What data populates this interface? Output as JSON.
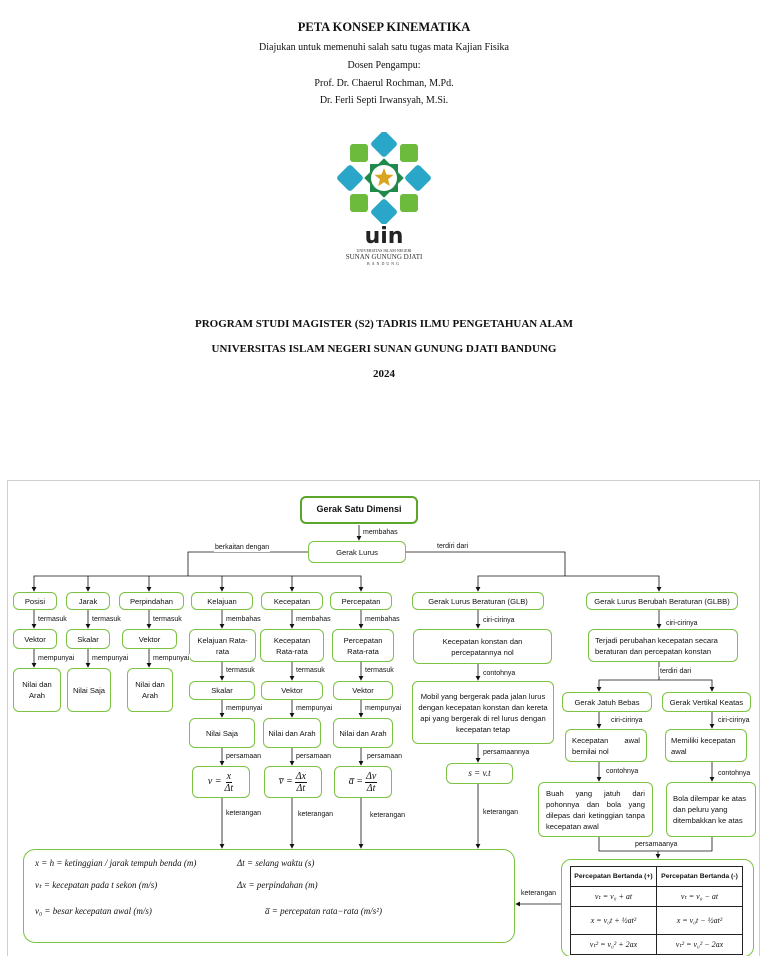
{
  "cover": {
    "title": "PETA KONSEP KINEMATIKA",
    "subtitle": "Diajukan untuk memenuhi salah satu tugas mata Kajian Fisika",
    "lecturer_label": "Dosen Pengampu:",
    "lecturer_1": "Prof. Dr. Chaerul Rochman, M.Pd.",
    "lecturer_2": "Dr. Ferli Septi Irwansyah, M.Si.",
    "logo": {
      "wordmark": "uin",
      "line1": "UNIVERSITAS ISLAM NEGERI",
      "line2": "SUNAN GUNUNG DJATI",
      "line3": "BANDUNG"
    },
    "program": "PROGRAM STUDI MAGISTER (S2) TADRIS ILMU PENGETAHUAN ALAM",
    "university": "UNIVERSITAS ISLAM NEGERI SUNAN GUNUNG DJATI BANDUNG",
    "year": "2024"
  },
  "concept_map": {
    "root": "Gerak Satu Dimensi",
    "gerak_lurus": "Gerak Lurus",
    "links": {
      "membahas": "membahas",
      "berkaitan_dengan": "berkaitan dengan",
      "terdiri_dari": "terdiri dari",
      "termasuk": "termasuk",
      "mempunyai": "mempunyai",
      "persamaan": "persamaan",
      "keterangan": "keterangan",
      "ciri_cirinya": "ciri-cirinya",
      "contohnya": "contohnya",
      "persamaannya": "persamaannya",
      "persamaanya": "persamaanya"
    },
    "quantities": {
      "posisi": "Posisi",
      "jarak": "Jarak",
      "perpindahan": "Perpindahan",
      "kelajuan": "Kelajuan",
      "kecepatan": "Kecepatan",
      "percepatan": "Percepatan",
      "vektor": "Vektor",
      "skalar": "Skalar",
      "nilai_dan_arah": "Nilai dan Arah",
      "nilai_saja": "Nilai Saja",
      "kelajuan_rata": "Kelajuan Rata-rata",
      "kecepatan_rata": "Kecepatan Rata-rata",
      "percepatan_rata": "Percepatan Rata-rata"
    },
    "formulas": {
      "v_sym": "v =",
      "dx": "x",
      "dt": "Δt",
      "vbar_sym": "v̅ =",
      "dx2": "Δx",
      "abar_sym": "a̅ =",
      "dv": "Δv",
      "glb": "s = v.t"
    },
    "glb": {
      "title": "Gerak Lurus Beraturan (GLB)",
      "ciri": "Kecepatan konstan dan percepatannya nol",
      "contoh": "Mobil yang bergerak pada jalan lurus dengan kecepatan konstan dan kereta api yang bergerak di rel lurus dengan kecepatan tetap"
    },
    "glbb": {
      "title": "Gerak Lurus Berubah  Beraturan (GLBB)",
      "ciri": "Terjadi perubahan kecepatan secara beraturan dan percepatan konstan",
      "jatuh_bebas": "Gerak Jatuh Bebas",
      "vertikal_keatas": "Gerak Vertikal Keatas",
      "jb_ciri": "Kecepatan awal bernilai nol",
      "vk_ciri": "Memiliki kecepatan awal",
      "jb_contoh": "Buah yang jatuh dari pohonnya dan bola yang dilepas dari ketinggian tanpa kecepatan awal",
      "vk_contoh": "Bola dilempar ke atas dan peluru yang ditembakkan ke atas"
    },
    "legend": [
      "x = h = ketinggian / jarak tempuh benda (m)",
      "Δt = selang waktu (s)",
      "vₜ = kecepatan pada t sekon (m/s)",
      "Δx = perpindahan (m)",
      "v₀ = besar kecepatan awal (m/s)",
      "a̅ = percepatan rata−rata (m/s²)"
    ],
    "table": {
      "headers": [
        "Percepatan Bertanda (+)",
        "Percepatan Bertanda (-)"
      ],
      "rows": [
        [
          "vₜ = v₀ + at",
          "vₜ = v₀ − at"
        ],
        [
          "x = v₀t + ½at²",
          "x = v₀t − ½at²"
        ],
        [
          "vₜ² = v₀² + 2ax",
          "vₜ² = v₀² − 2ax"
        ]
      ]
    }
  }
}
